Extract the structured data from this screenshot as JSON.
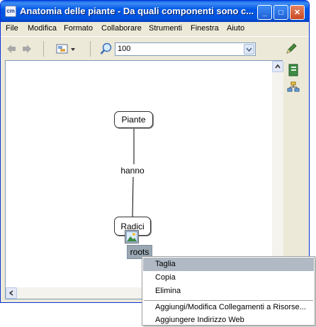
{
  "window": {
    "title": "Anatomia delle piante - Da quali componenti sono c...",
    "app_icon_text": "cm"
  },
  "title_buttons": {
    "minimize": "_",
    "maximize": "□",
    "close": "✕"
  },
  "menu": [
    "File",
    "Modifica",
    "Formato",
    "Collaborare",
    "Strumenti",
    "Finestra",
    "Aiuto"
  ],
  "toolbar": {
    "zoom_value": "100",
    "icons": [
      "back-arrow-icon",
      "forward-arrow-icon",
      "view-mode-icon",
      "zoom-icon",
      "edit-pen-icon"
    ]
  },
  "map": {
    "concept_top": "Piante",
    "link_phrase": "hanno",
    "concept_bottom": "Radici",
    "resource_label": "roots"
  },
  "right_panel": {
    "icons": [
      "notebook-icon",
      "hierarchy-icon"
    ]
  },
  "context_menu": {
    "items": [
      "Taglia",
      "Copia",
      "Elimina",
      "Aggiungi/Modifica Collegamenti a Risorse...",
      "Aggiungere Indirizzo Web"
    ]
  },
  "colors": {
    "titlebar": "#0058e6",
    "chrome": "#ece9d8",
    "menu_highlight": "#b0b9c4",
    "resource_tag": "#9aa7b3"
  }
}
